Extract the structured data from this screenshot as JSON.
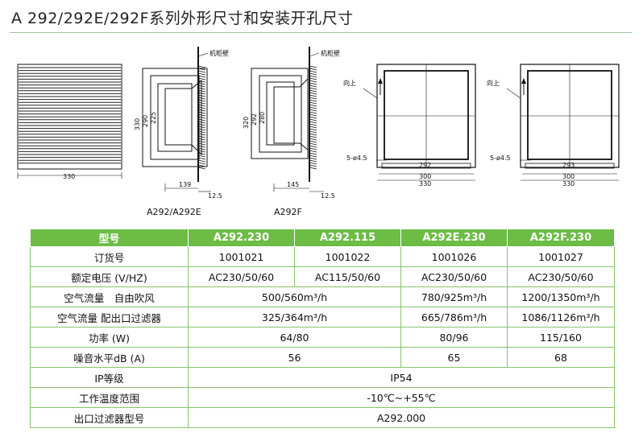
{
  "title": "A 292/292E/292F系列外形尺寸和安装开孔尺寸",
  "drawings": {
    "front_width": "330",
    "wall_label": "机柜壁",
    "up_label": "向上",
    "a292": {
      "heights": [
        "330",
        "290",
        "225"
      ],
      "depth": "139",
      "flange": "12.5",
      "caption": "A292/A292E"
    },
    "a292f": {
      "heights": [
        "320",
        "292",
        "280"
      ],
      "depth": "145",
      "flange": "12.5",
      "caption": "A292F"
    },
    "cutout1": {
      "holes": "5-ø4.5",
      "dims": [
        "292",
        "300",
        "330"
      ]
    },
    "cutout2": {
      "holes": "5-ø4.5",
      "dims": [
        "293",
        "300",
        "330"
      ]
    }
  },
  "table": {
    "headers": [
      "型号",
      "A292.230",
      "A292.115",
      "A292E.230",
      "A292F.230"
    ],
    "rows": {
      "order": {
        "label": "订货号",
        "v": [
          "1001021",
          "1001022",
          "1001026",
          "1001027"
        ]
      },
      "voltage": {
        "label": "额定电压 (V/HZ)",
        "v": [
          "AC230/50/60",
          "AC115/50/60",
          "AC230/50/60",
          "AC230/50/60"
        ]
      },
      "flow_free": {
        "label": "空气流量　自由吹风",
        "v": [
          "500/560m³/h",
          "780/925m³/h",
          "1200/1350m³/h"
        ]
      },
      "flow_filter": {
        "label": "空气流量 配出口过滤器",
        "v": [
          "325/364m³/h",
          "665/786m³/h",
          "1086/1126m³/h"
        ]
      },
      "power": {
        "label": "功率 (W)",
        "v": [
          "64/80",
          "80/96",
          "115/160"
        ]
      },
      "noise": {
        "label": "噪音水平dB (A)",
        "v": [
          "56",
          "65",
          "68"
        ]
      },
      "ip": {
        "label": "IP等级",
        "v": "IP54"
      },
      "temp": {
        "label": "工作温度范围",
        "v": "-10℃~+55℃"
      },
      "filter_model": {
        "label": "出口过滤器型号",
        "v": "A292.000"
      }
    }
  },
  "colors": {
    "header_green": "#6cbc45",
    "border_green": "#86c46a"
  }
}
